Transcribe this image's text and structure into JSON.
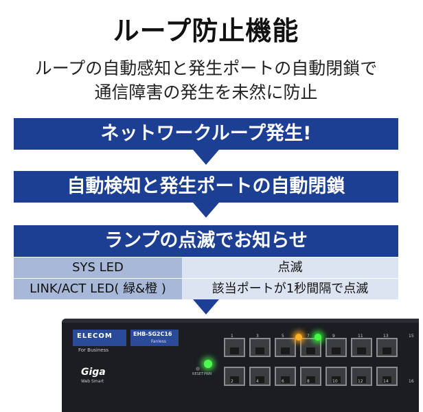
{
  "title": "ループ防止機能",
  "subtitle_line1": "ループの自動感知と発生ポートの自動閉鎖で",
  "subtitle_line2": "通信障害の発生を未然に防止",
  "steps": [
    "ネットワークループ発生!",
    "自動検知と発生ポートの自動閉鎖",
    "ランプの点滅でお知らせ"
  ],
  "table": [
    {
      "led": "SYS LED",
      "behavior": "点滅"
    },
    {
      "led": "LINK/ACT LED( 緑&橙 )",
      "behavior": "該当ポートが1秒間隔で点滅"
    }
  ],
  "device": {
    "brand": "ELECOM",
    "brand_sub": "For Business",
    "model": "EHB-SG2C16",
    "model_sub": "Fanless",
    "series": "Giga",
    "series_sub": "Web Smart",
    "reset_label": "RESET",
    "power_label": "PWR",
    "port_numbers_top": [
      "1",
      "3",
      "5",
      "7",
      "9",
      "11",
      "13",
      "15"
    ],
    "port_numbers_bottom": [
      "2",
      "4",
      "6",
      "8",
      "10",
      "12",
      "14",
      "16"
    ]
  },
  "colors": {
    "banner": "#1c3f94",
    "table_left": "#a7b8d8",
    "table_right": "#dde4f1"
  }
}
